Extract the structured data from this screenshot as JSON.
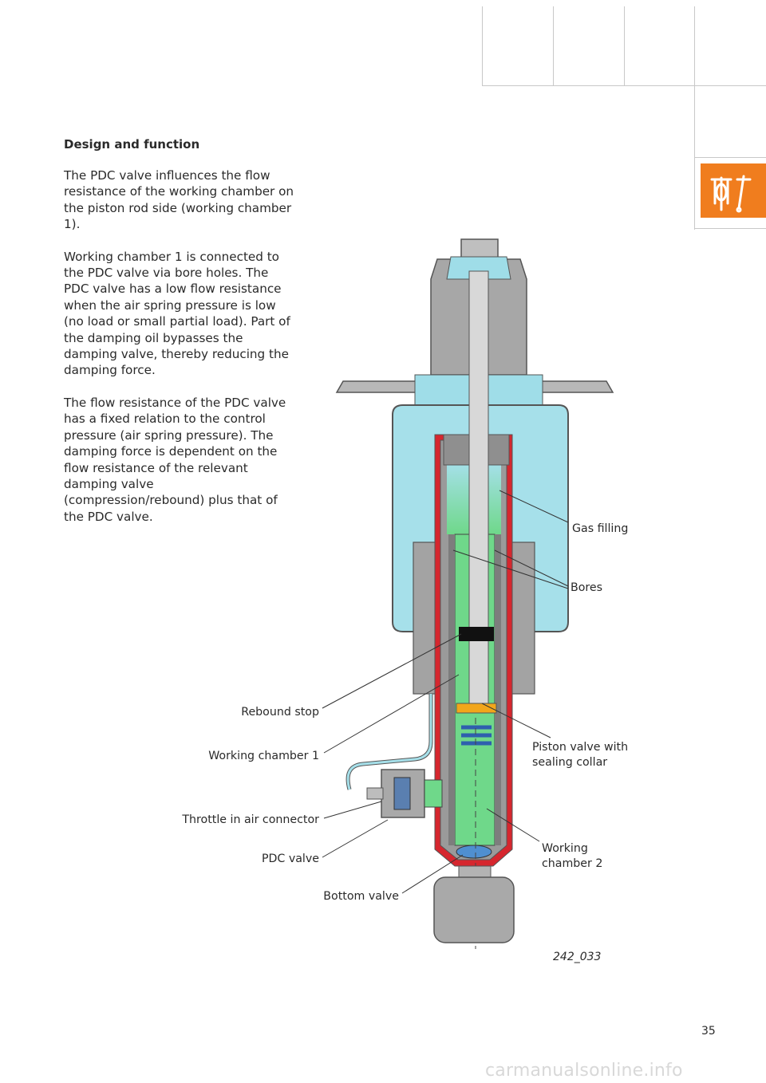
{
  "heading": "Design and function",
  "paragraphs": [
    "The PDC valve influences the flow resistance of the working chamber on the piston rod side (working chamber 1).",
    "Working chamber 1 is connected to the PDC valve via bore holes. The PDC valve has a low flow resistance when the air spring pressure is low (no load or small partial load). Part of the damping oil bypasses the damping valve, thereby reducing the damping force.",
    "The flow resistance of the PDC valve has a fixed relation to the control pressure (air spring pressure). The damping force is dependent on the flow resistance of the relevant damping valve (compression/rebound) plus that of the PDC valve."
  ],
  "labels": {
    "gas_filling": "Gas filling",
    "bores": "Bores",
    "rebound_stop": "Rebound stop",
    "working_chamber_1": "Working chamber 1",
    "piston_valve_line1": "Piston valve with",
    "piston_valve_line2": "sealing collar",
    "throttle": "Throttle in air connector",
    "pdc_valve": "PDC valve",
    "working_chamber_2_line1": "Working",
    "working_chamber_2_line2": "chamber 2",
    "bottom_valve": "Bottom valve"
  },
  "figure_id": "242_033",
  "page_number": "35",
  "watermark": "carmanualsonline.info",
  "tab_icon": "tool-icon",
  "colors": {
    "accent": "#f07d1e",
    "air_spring": "#a6e0ea",
    "oil": "#6fd88a",
    "housing": "#9a9a9a",
    "red_seal": "#d6262e"
  }
}
